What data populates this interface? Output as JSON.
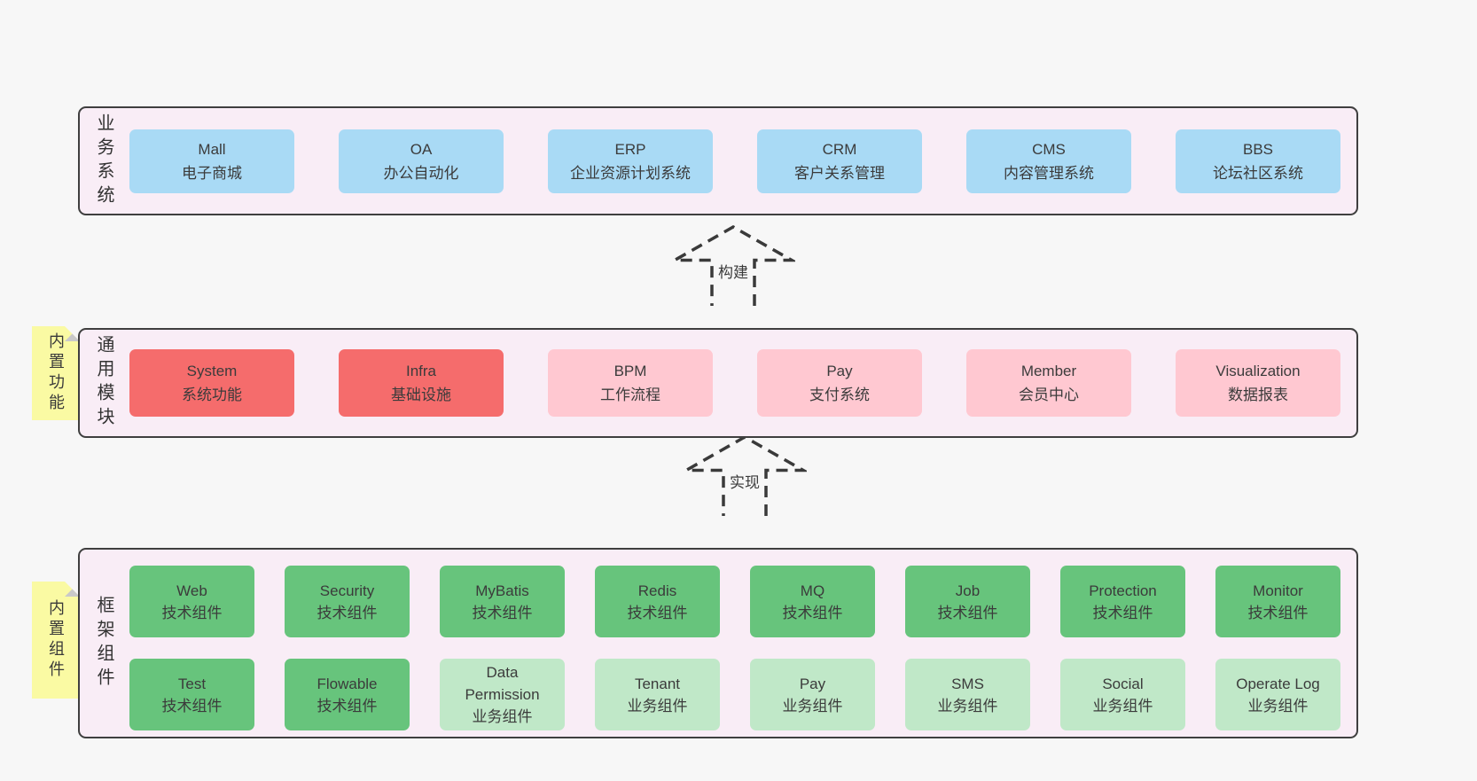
{
  "colors": {
    "canvas_bg": "#f7f7f7",
    "panel_bg": "#f9edf6",
    "panel_border": "#3f3f3f",
    "node_blue": "#a9daf5",
    "node_red": "#f56c6c",
    "node_pink": "#ffc8d1",
    "node_green": "#67c47c",
    "node_green_light": "#c0e8c8",
    "note_yellow": "#fafaa3",
    "note_fold_gray": "#c9c9c9",
    "arrow_stroke": "#3a3a3a",
    "text": "#3a3a3a"
  },
  "arrows": {
    "build": {
      "label": "构建"
    },
    "implement": {
      "label": "实现"
    }
  },
  "layers": {
    "business": {
      "label": "业务系统",
      "boxes": [
        {
          "en": "Mall",
          "zh": "电子商城"
        },
        {
          "en": "OA",
          "zh": "办公自动化"
        },
        {
          "en": "ERP",
          "zh": "企业资源计划系统"
        },
        {
          "en": "CRM",
          "zh": "客户关系管理"
        },
        {
          "en": "CMS",
          "zh": "内容管理系统"
        },
        {
          "en": "BBS",
          "zh": "论坛社区系统"
        }
      ]
    },
    "modules": {
      "label": "通用模块",
      "note": "内置功能",
      "boxes": [
        {
          "en": "System",
          "zh": "系统功能"
        },
        {
          "en": "Infra",
          "zh": "基础设施"
        },
        {
          "en": "BPM",
          "zh": "工作流程"
        },
        {
          "en": "Pay",
          "zh": "支付系统"
        },
        {
          "en": "Member",
          "zh": "会员中心"
        },
        {
          "en": "Visualization",
          "zh": "数据报表"
        }
      ]
    },
    "components": {
      "label": "框架组件",
      "note": "内置组件",
      "row1": [
        {
          "en": "Web",
          "zh": "技术组件"
        },
        {
          "en": "Security",
          "zh": "技术组件"
        },
        {
          "en": "MyBatis",
          "zh": "技术组件"
        },
        {
          "en": "Redis",
          "zh": "技术组件"
        },
        {
          "en": "MQ",
          "zh": "技术组件"
        },
        {
          "en": "Job",
          "zh": "技术组件"
        },
        {
          "en": "Protection",
          "zh": "技术组件"
        },
        {
          "en": "Monitor",
          "zh": "技术组件"
        }
      ],
      "row2": [
        {
          "en": "Test",
          "zh": "技术组件"
        },
        {
          "en": "Flowable",
          "zh": "技术组件"
        },
        {
          "en": "Data Permission",
          "zh": "业务组件"
        },
        {
          "en": "Tenant",
          "zh": "业务组件"
        },
        {
          "en": "Pay",
          "zh": "业务组件"
        },
        {
          "en": "SMS",
          "zh": "业务组件"
        },
        {
          "en": "Social",
          "zh": "业务组件"
        },
        {
          "en": "Operate Log",
          "zh": "业务组件"
        }
      ]
    }
  }
}
